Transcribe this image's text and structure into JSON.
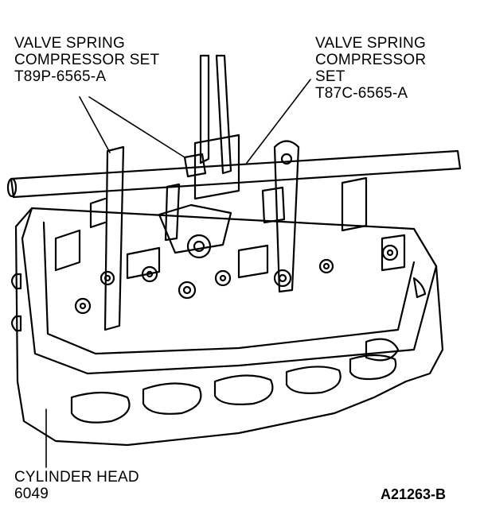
{
  "labels": {
    "left_tool": {
      "line1": "VALVE SPRING",
      "line2": "COMPRESSOR SET",
      "line3": "T89P-6565-A"
    },
    "right_tool": {
      "line1": "VALVE SPRING",
      "line2": "COMPRESSOR",
      "line3": "SET",
      "line4": "T87C-6565-A"
    },
    "cylinder_head": {
      "line1": "CYLINDER HEAD",
      "line2": "6049"
    }
  },
  "figure_id": "A21263-B"
}
